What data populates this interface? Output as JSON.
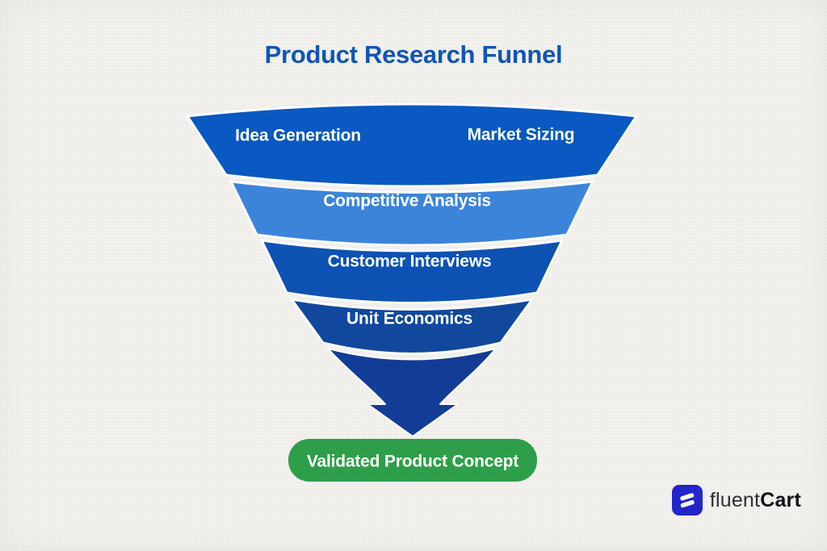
{
  "page": {
    "title": "Product Research Funnel",
    "title_color": "#1254b6",
    "background": "#f2f1ee"
  },
  "funnel": {
    "tiers": [
      {
        "color": "#0a58c1",
        "labels": [
          "Idea Generation",
          "Market Sizing"
        ]
      },
      {
        "color": "#3c84da",
        "labels": [
          "Competitive Analysis"
        ]
      },
      {
        "color": "#0d52b3",
        "labels": [
          "Customer Interviews"
        ]
      },
      {
        "color": "#11489e",
        "labels": [
          "Unit Economics"
        ]
      }
    ],
    "spout_arrow_color": "#123c96",
    "label_text_color": "#ffffff"
  },
  "result_box": {
    "label": "Validated Product Concept",
    "background": "#2f9e4a",
    "text_color": "#ffffff"
  },
  "logo": {
    "icon_name": "fluentcart-logo-icon",
    "icon_background": "#2424cb",
    "icon_glyph_color": "#ffffff",
    "brand_prefix": "fluent",
    "brand_suffix": "Cart"
  }
}
